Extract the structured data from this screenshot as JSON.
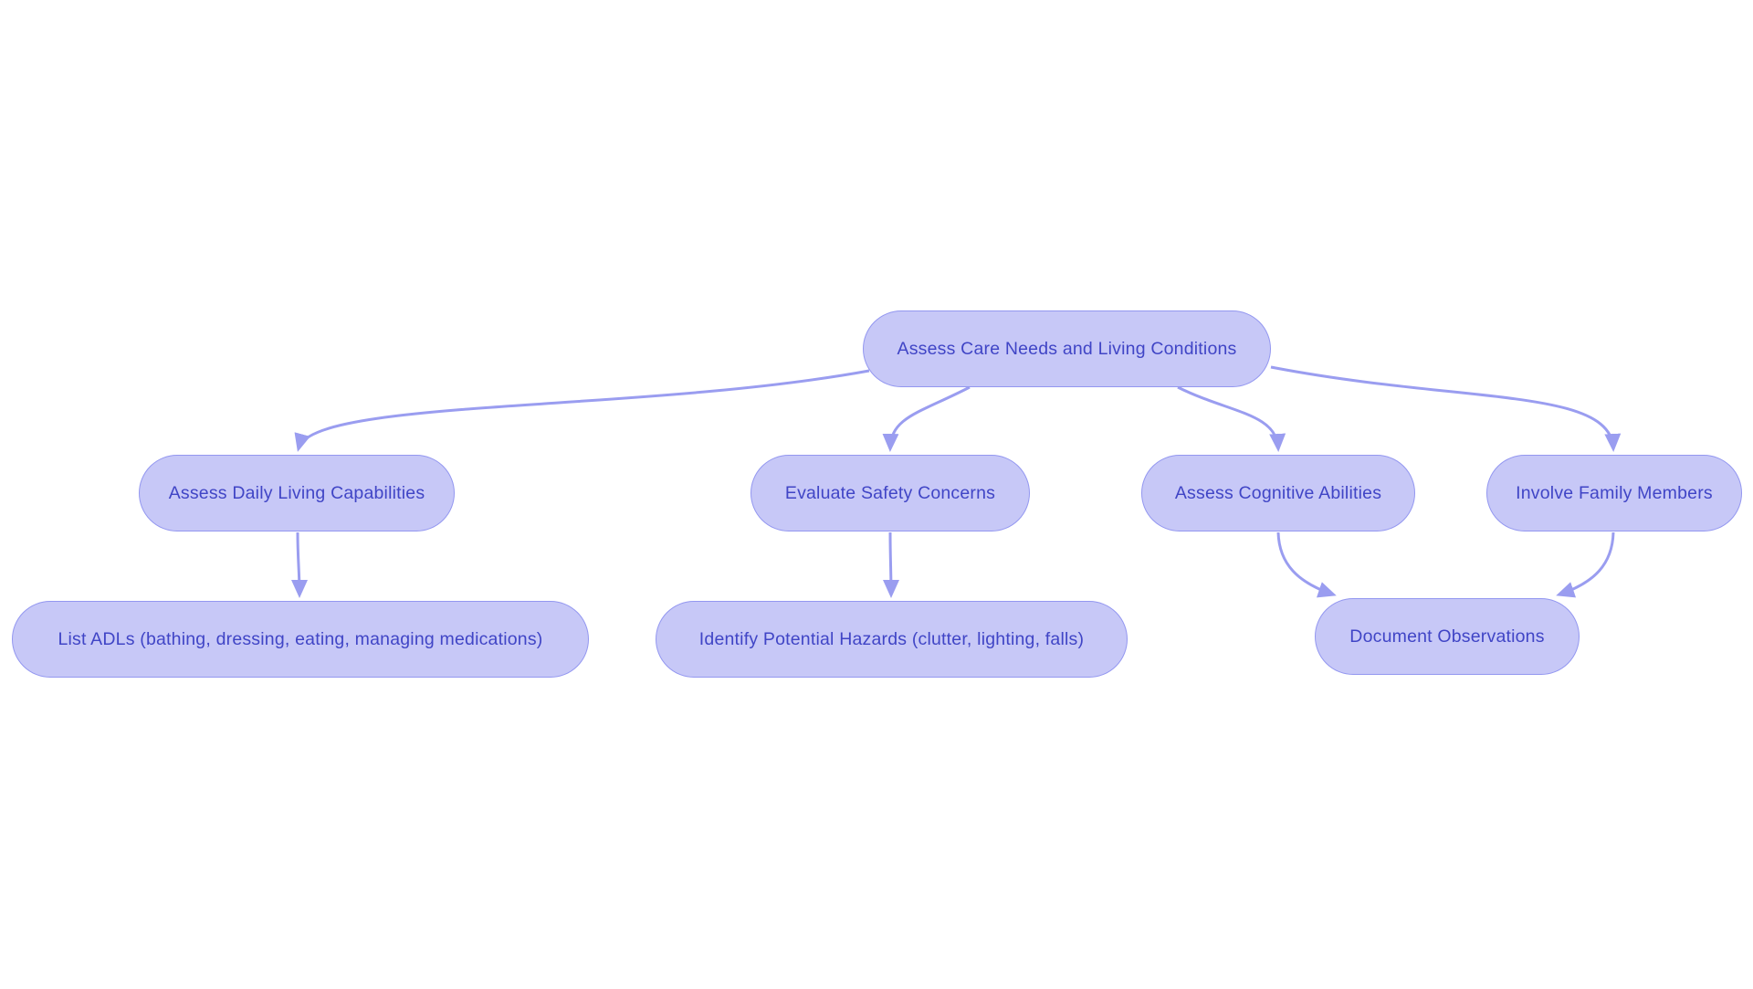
{
  "diagram": {
    "type": "flowchart",
    "background_color": "#ffffff",
    "node_fill_color": "#c7c8f7",
    "node_border_color": "#9397f0",
    "node_text_color": "#4045c6",
    "edge_color": "#9a9df0",
    "nodes": {
      "root": {
        "label": "Assess Care Needs and Living Conditions"
      },
      "daily_living": {
        "label": "Assess Daily Living Capabilities"
      },
      "safety": {
        "label": "Evaluate Safety Concerns"
      },
      "cognitive": {
        "label": "Assess Cognitive Abilities"
      },
      "family": {
        "label": "Involve Family Members"
      },
      "list_adls": {
        "label": "List ADLs (bathing, dressing, eating, managing medications)"
      },
      "hazards": {
        "label": "Identify Potential Hazards (clutter, lighting, falls)"
      },
      "document": {
        "label": "Document Observations"
      }
    },
    "edges": [
      {
        "from": "Assess Care Needs and Living Conditions",
        "to": "Assess Daily Living Capabilities"
      },
      {
        "from": "Assess Care Needs and Living Conditions",
        "to": "Evaluate Safety Concerns"
      },
      {
        "from": "Assess Care Needs and Living Conditions",
        "to": "Assess Cognitive Abilities"
      },
      {
        "from": "Assess Care Needs and Living Conditions",
        "to": "Involve Family Members"
      },
      {
        "from": "Assess Daily Living Capabilities",
        "to": "List ADLs (bathing, dressing, eating, managing medications)"
      },
      {
        "from": "Evaluate Safety Concerns",
        "to": "Identify Potential Hazards (clutter, lighting, falls)"
      },
      {
        "from": "Assess Cognitive Abilities",
        "to": "Document Observations"
      },
      {
        "from": "Involve Family Members",
        "to": "Document Observations"
      }
    ]
  }
}
